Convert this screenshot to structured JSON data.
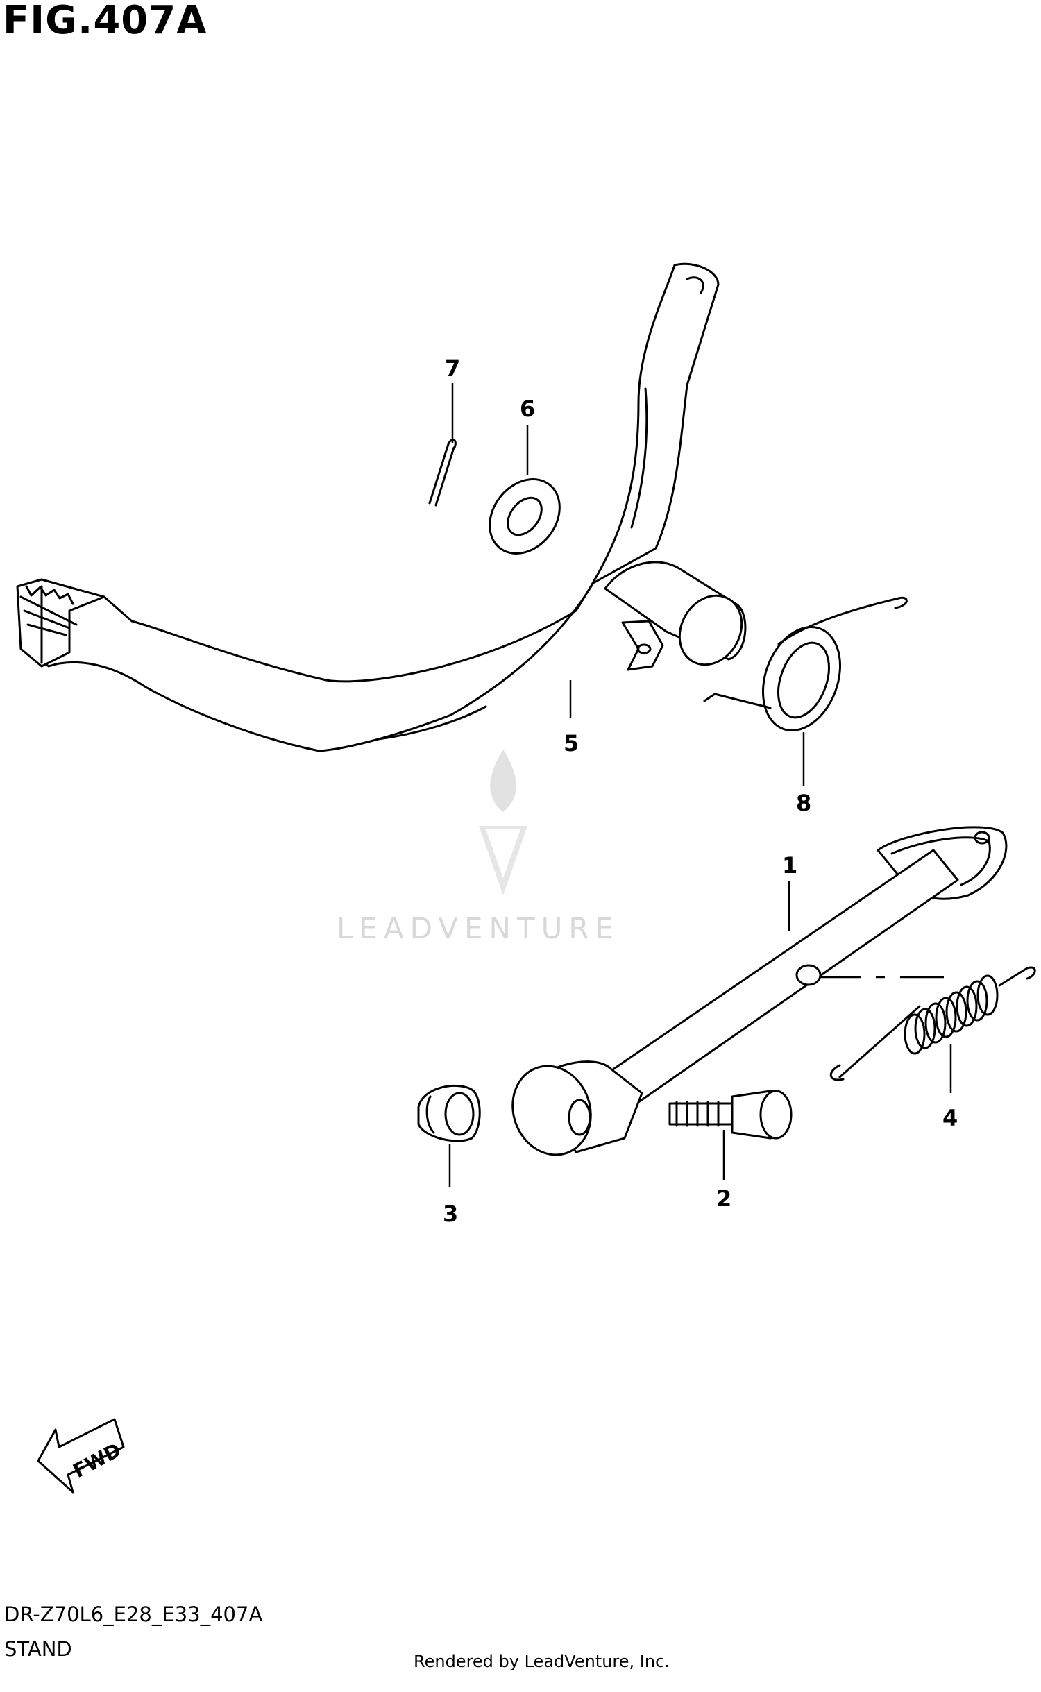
{
  "figure": {
    "title": "FIG.407A",
    "code": "DR-Z70L6_E28_E33_407A",
    "section": "STAND",
    "rendered_by": "Rendered by LeadVenture, Inc.",
    "watermark": "LEADVENTURE",
    "direction_label": "FWD"
  },
  "callouts": [
    {
      "id": "1",
      "part": "side stand"
    },
    {
      "id": "2",
      "part": "stand bolt"
    },
    {
      "id": "3",
      "part": "stand nut"
    },
    {
      "id": "4",
      "part": "stand spring"
    },
    {
      "id": "5",
      "part": "brake pedal"
    },
    {
      "id": "6",
      "part": "washer"
    },
    {
      "id": "7",
      "part": "cotter pin"
    },
    {
      "id": "8",
      "part": "return spring"
    }
  ]
}
